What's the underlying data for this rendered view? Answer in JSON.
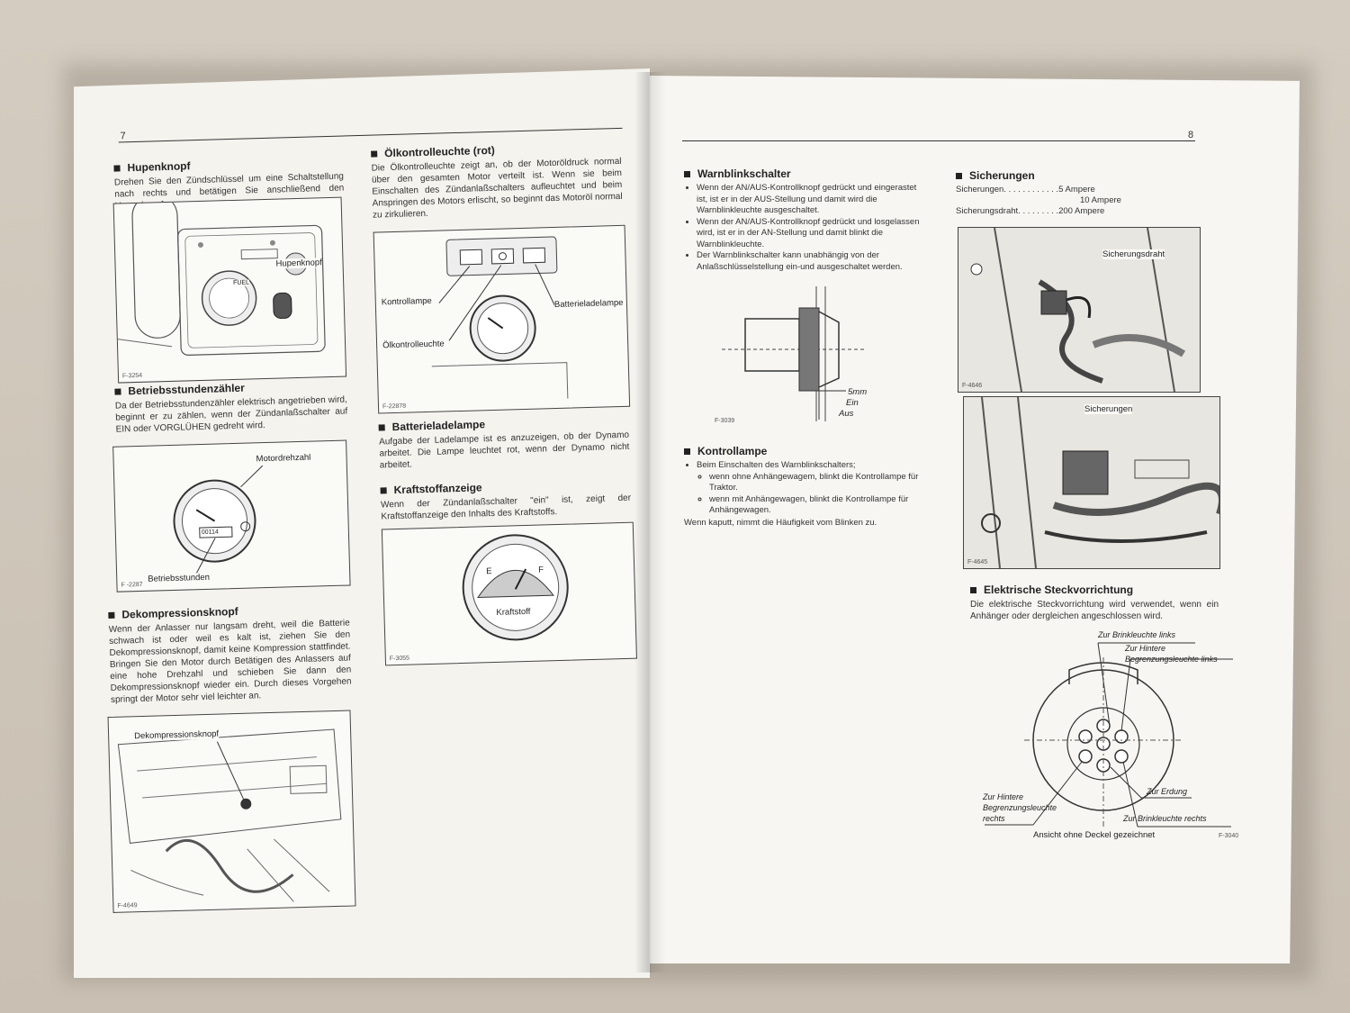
{
  "left_page": {
    "page_number": "7",
    "hupenknopf": {
      "heading": "Hupenknopf",
      "body": "Drehen Sie den Zündschlüssel um eine Schaltstellung nach rechts und betätigen Sie anschließend den Hupenknopf.",
      "figure": {
        "label": "Hupenknopf",
        "code": "F-3254",
        "gauge_text": "FUEL"
      }
    },
    "betriebsstundenzaehler": {
      "heading": "Betriebsstundenzähler",
      "body": "Da der Betriebsstundenzähler elektrisch angetrieben wird, beginnt er zu zählen, wenn der Zündanlaßschalter auf EIN oder VORGLÜHEN gedreht wird.",
      "figure": {
        "label_top": "Motordrehzahl",
        "label_bottom": "Betriebsstunden",
        "code": "F -2287",
        "counter": "00114"
      }
    },
    "dekompressionsknopf": {
      "heading": "Dekompressionsknopf",
      "body": "Wenn der Anlasser nur langsam dreht, weil die Batterie schwach ist oder weil es kalt ist, ziehen Sie den Dekompressionsknopf, damit keine Kompression stattfindet. Bringen Sie den Motor durch Betätigen des Anlassers auf eine hohe Drehzahl und schieben Sie dann den Dekompressionsknopf wieder ein. Durch dieses Vorgehen springt der Motor sehr viel leichter an.",
      "figure": {
        "label": "Dekompressionsknopf",
        "code": "F-4649"
      }
    },
    "oelkontrollleuchte": {
      "heading": "Ölkontrolleuchte (rot)",
      "body": "Die Ölkontrolleuchte zeigt an, ob der Motoröldruck normal über den gesamten Motor verteilt ist. Wenn sie beim Einschalten des Zündanlaßschalters aufleuchtet und beim Anspringen des Motors erlischt, so beginnt das Motoröl normal zu zirkulieren.",
      "figure": {
        "label_left_top": "Kontrollampe",
        "label_left_bottom": "Ölkontrolleuchte",
        "label_right": "Batterieladelampe",
        "code": "F-22878"
      }
    },
    "batterieladelampe": {
      "heading": "Batterieladelampe",
      "body": "Aufgabe der Ladelampe ist es anzuzeigen, ob der Dynamo arbeitet. Die Lampe leuchtet rot, wenn der Dynamo nicht arbeitet."
    },
    "kraftstoffanzeige": {
      "heading": "Kraftstoffanzeige",
      "body": "Wenn der Zündanlaßschalter \"ein\" ist, zeigt der Kraftstoffanzeige den Inhalts des Kraftstoffs.",
      "figure": {
        "label": "Kraftstoff",
        "code": "F-3055",
        "empty": "E",
        "full": "F"
      }
    }
  },
  "right_page": {
    "page_number": "8",
    "warnblinkschalter": {
      "heading": "Warnblinkschalter",
      "items": [
        "Wenn der AN/AUS-Kontrollknopf gedrückt und eingerastet ist, ist er in der AUS-Stellung und damit wird die Warnblinkleuchte ausgeschaltet.",
        "Wenn der AN/AUS-Kontrollknopf gedrückt und losgelassen wird, ist er in der AN-Stellung und damit blinkt die Warnblinkleuchte.",
        "Der Warnblinkschalter kann unabhängig von der Anlaßschlüsselstellung ein-und ausgeschaltet werden."
      ],
      "figure": {
        "label_mm": "5mm",
        "label_ein": "Ein",
        "label_aus": "Aus",
        "code": "F-3039"
      }
    },
    "kontrollampe": {
      "heading": "Kontrollampe",
      "intro": "Beim Einschalten des Warnblinkschalters;",
      "subitems": [
        "wenn ohne Anhängewagem, blinkt die Kontrollampe für Traktor.",
        "wenn mit Anhängewagen, blinkt die Kontrollampe für Anhängewagen."
      ],
      "note": "Wenn kaputt, nimmt die Häufigkeit vom Blinken zu."
    },
    "sicherungen": {
      "heading": "Sicherungen",
      "specs": [
        {
          "name": "Sicherungen",
          "dots": " . . . . . . . . . . . .",
          "value": "5 Ampere"
        },
        {
          "name": "",
          "dots": "",
          "value": "10 Ampere"
        },
        {
          "name": "Sicherungsdraht",
          "dots": " . . . . . . . . .",
          "value": "200 Ampere"
        }
      ],
      "figure1": {
        "label": "Sicherungsdraht",
        "code": "F-4646"
      },
      "figure2": {
        "label": "Sicherungen",
        "code": "F-4645"
      }
    },
    "steckvorrichtung": {
      "heading": "Elektrische Steckvorrichtung",
      "body": "Die elektrische Steckvorrichtung wird verwendet, wenn ein Anhänger oder dergleichen angeschlossen wird.",
      "figure": {
        "label_brink_links": "Zur Brinkleuchte links",
        "label_begr_links_1": "Zur Hintere",
        "label_begr_links_2": "Begrenzungsleuchte links",
        "label_erdung": "Zur Erdung",
        "label_begr_rechts_1": "Zur Hintere",
        "label_begr_rechts_2": "Begrenzungsleuchte",
        "label_begr_rechts_3": "rechts",
        "label_brink_rechts": "Zur Brinkleuchte rechts",
        "caption": "Ansicht ohne Deckel gezeichnet",
        "code": "F-3040"
      }
    }
  }
}
